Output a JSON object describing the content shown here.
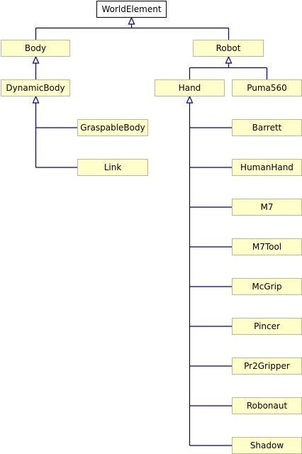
{
  "diagram": {
    "type": "class-inheritance-tree",
    "colors": {
      "node_fill": "#ffffcc",
      "node_border": "#b8b894",
      "root_fill": "#ffffff",
      "root_border": "#000000",
      "edge": "#000080"
    },
    "nodes": [
      {
        "id": "worldelement",
        "label": "WorldElement",
        "root": true
      },
      {
        "id": "body",
        "label": "Body",
        "parent": "worldelement"
      },
      {
        "id": "robot",
        "label": "Robot",
        "parent": "worldelement"
      },
      {
        "id": "dynamicbody",
        "label": "DynamicBody",
        "parent": "body"
      },
      {
        "id": "hand",
        "label": "Hand",
        "parent": "robot"
      },
      {
        "id": "puma560",
        "label": "Puma560",
        "parent": "robot"
      },
      {
        "id": "graspablebody",
        "label": "GraspableBody",
        "parent": "dynamicbody"
      },
      {
        "id": "link",
        "label": "Link",
        "parent": "dynamicbody"
      },
      {
        "id": "barrett",
        "label": "Barrett",
        "parent": "hand"
      },
      {
        "id": "humanhand",
        "label": "HumanHand",
        "parent": "hand"
      },
      {
        "id": "m7",
        "label": "M7",
        "parent": "hand"
      },
      {
        "id": "m7tool",
        "label": "M7Tool",
        "parent": "hand"
      },
      {
        "id": "mcgrip",
        "label": "McGrip",
        "parent": "hand"
      },
      {
        "id": "pincer",
        "label": "Pincer",
        "parent": "hand"
      },
      {
        "id": "pr2gripper",
        "label": "Pr2Gripper",
        "parent": "hand"
      },
      {
        "id": "robonaut",
        "label": "Robonaut",
        "parent": "hand"
      },
      {
        "id": "shadow",
        "label": "Shadow",
        "parent": "hand"
      }
    ]
  }
}
